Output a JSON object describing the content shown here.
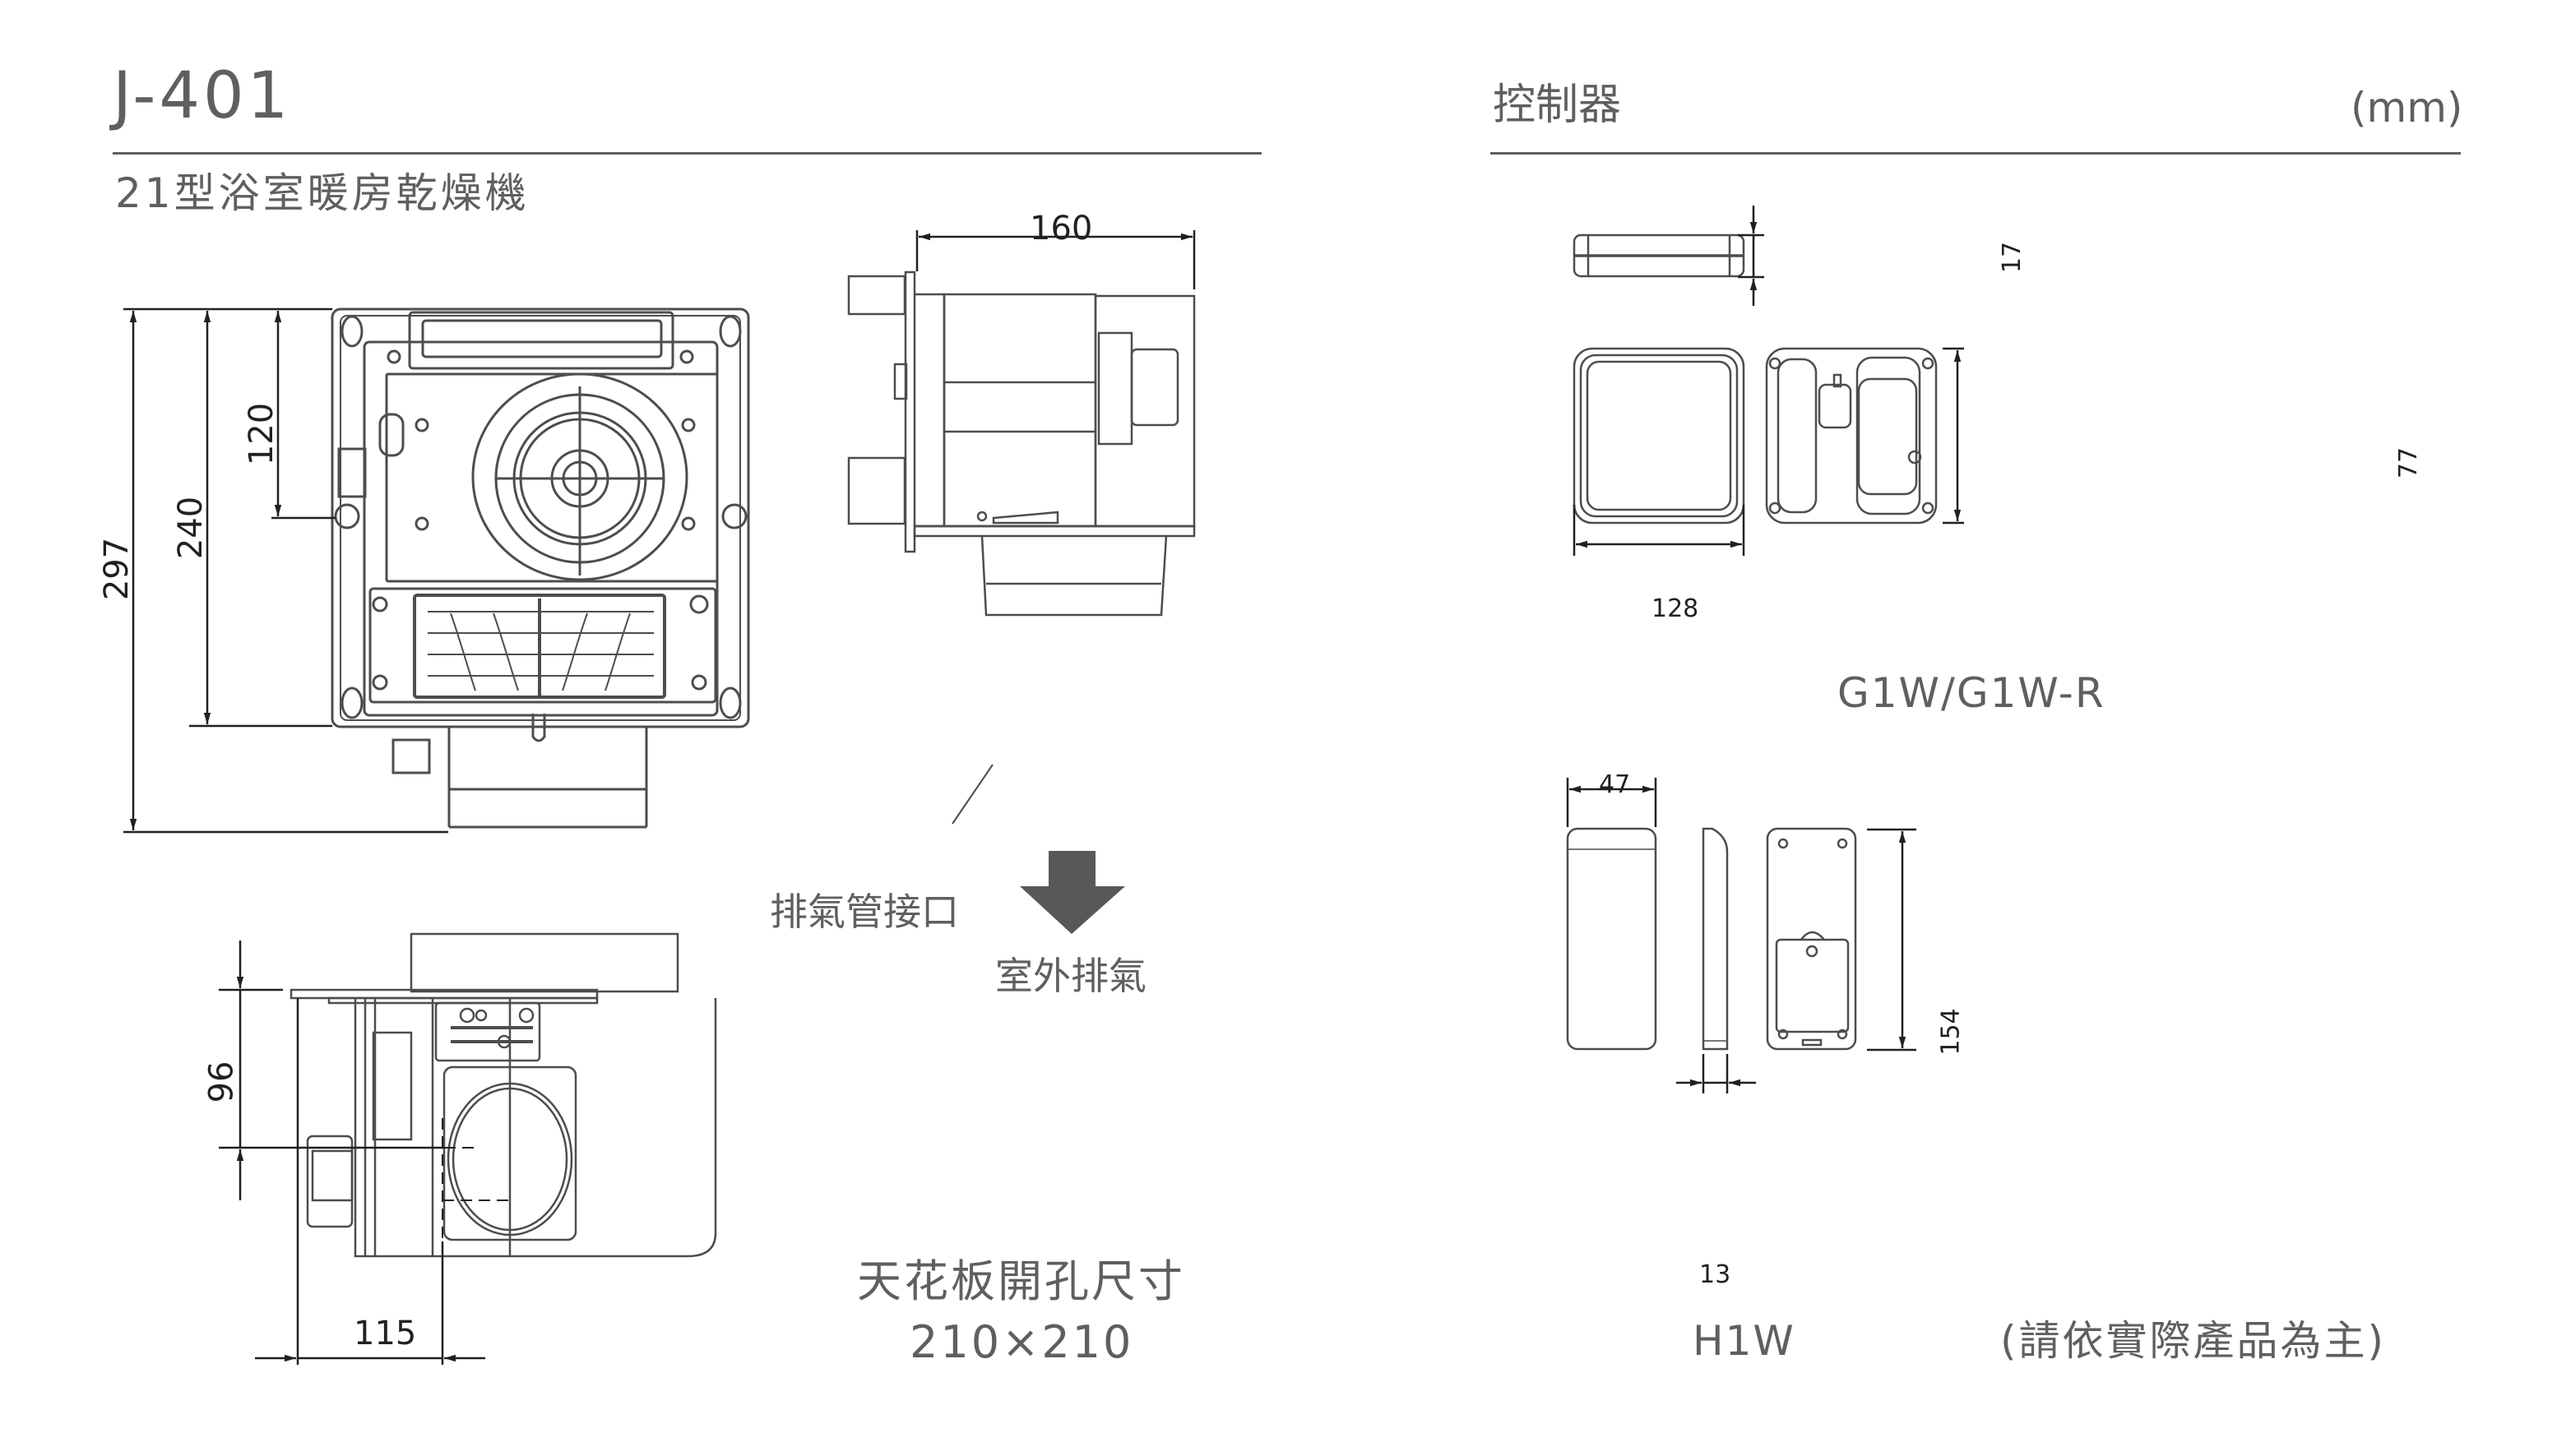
{
  "header_left": {
    "model": "J-401",
    "product_name": "21型浴室暖房乾燥機"
  },
  "header_right": {
    "title": "控制器",
    "unit": "(mm)"
  },
  "unit_drawings": {
    "front_view": {
      "dims": {
        "overall_height": "297",
        "body_height": "240",
        "mount_hole_offset": "120"
      }
    },
    "side_view": {
      "dims": {
        "depth": "160"
      },
      "callout_exhaust_port": "排氣管接口",
      "arrow_label": "室外排氣"
    },
    "bottom_view": {
      "dims": {
        "duct_offset_vertical": "96",
        "duct_offset_horizontal": "115"
      }
    },
    "ceiling_opening": {
      "label": "天花板開孔尺寸",
      "size": "210×210"
    }
  },
  "controllers": [
    {
      "model": "G1W/G1W-R",
      "dims": {
        "thickness": "17",
        "width": "128",
        "height": "77"
      }
    },
    {
      "model": "H1W",
      "dims": {
        "width": "47",
        "thickness": "13",
        "height": "154"
      }
    }
  ],
  "footnote": "(請依實際產品為主)",
  "colors": {
    "text": "#5f5f5f",
    "line": "#4d4d4d",
    "dimension": "#231f20",
    "arrow_fill": "#58585a"
  }
}
